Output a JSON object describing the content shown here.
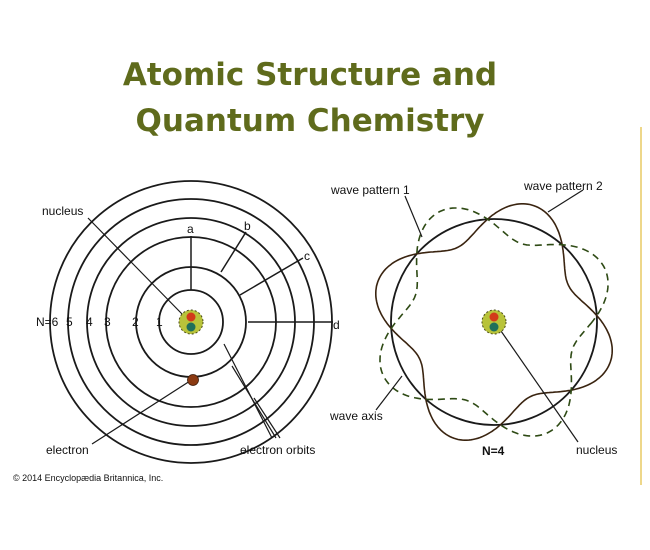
{
  "title": {
    "line1": "Atomic Structure and",
    "line2": "Quantum Chemistry"
  },
  "bohr_model": {
    "nucleus_label": "nucleus",
    "electron_label": "electron",
    "orbits_label": "electron orbits",
    "shell_numbers": [
      "N=6",
      "5",
      "4",
      "3",
      "2",
      "1"
    ],
    "radii_letters": [
      "a",
      "b",
      "c",
      "d"
    ]
  },
  "wave_model": {
    "wave_pattern_1": "wave pattern 1",
    "wave_pattern_2": "wave pattern 2",
    "wave_axis": "wave axis",
    "nucleus_label": "nucleus",
    "n_label": "N=4"
  },
  "copyright": "© 2014 Encyclopædia Britannica, Inc.",
  "colors": {
    "title": "#5f6b1c",
    "nucleus_glow": "#b8c33a",
    "proton": "#d23a1a",
    "neutron": "#1f6f5a",
    "electron": "#8b3a12",
    "divider": "#eed78a"
  }
}
